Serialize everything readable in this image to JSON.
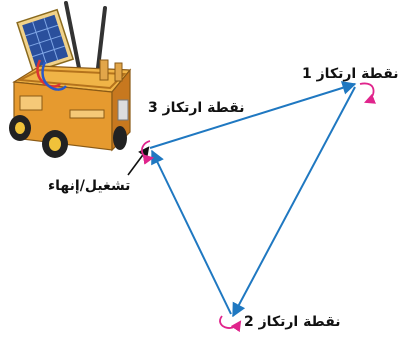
{
  "labels": {
    "pivot1": "نقطة ارتكاز 1",
    "pivot2": "نقطة ارتكاز 2",
    "pivot3": "نقطة ارتكاز 3",
    "start_end": "تشغيل/إنهاء"
  },
  "colors": {
    "path_line": "#1f78c1",
    "turn_arrow": "#e0248c",
    "pointer_arrow": "#111111",
    "robot_body": "#e6a033",
    "solar_panel": "#2a4f9c"
  },
  "icons": {
    "robot": "solar-robot-car-icon"
  }
}
